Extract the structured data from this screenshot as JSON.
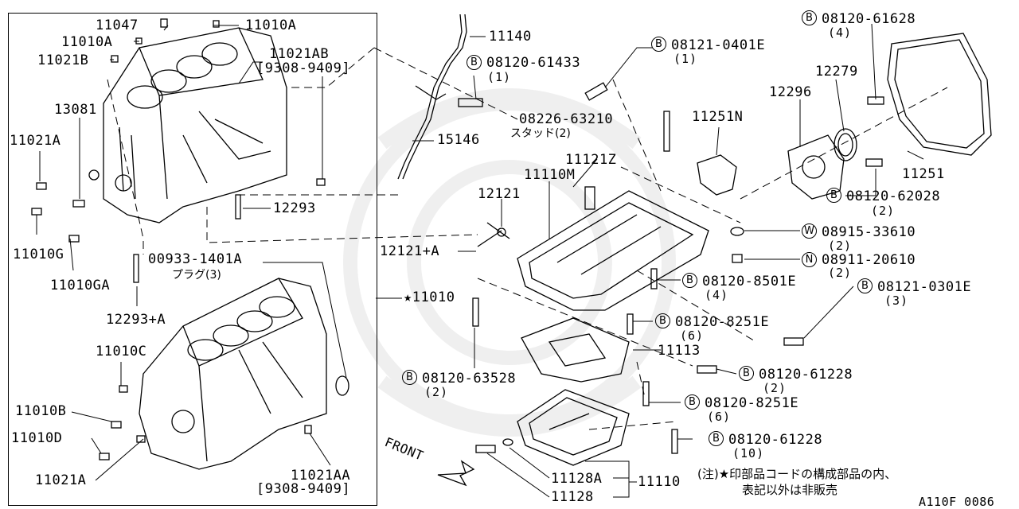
{
  "callouts": {
    "p11047": "11047",
    "p11010A_top": "11010A",
    "p11010A_left": "11010A",
    "p11021B": "11021B",
    "p11021AB": "11021AB",
    "p11021AB_range": "[9308-9409]",
    "p13081": "13081",
    "p11021A_left": "11021A",
    "p11010G": "11010G",
    "p11010GA": "11010GA",
    "p12293": "12293",
    "p00933": "00933-1401A",
    "p00933_jp": "プラグ(3)",
    "p12293A": "12293+A",
    "p11010": "11010",
    "p11010C": "11010C",
    "p11010B": "11010B",
    "p11010D": "11010D",
    "p11021A_bottom": "11021A",
    "p11021AA": "11021AA",
    "p11021AA_range": "[9308-9409]",
    "p11140": "11140",
    "p08120_61433": "08120-61433",
    "p08120_61433_q": "(1)",
    "p15146": "15146",
    "p08121_0401E": "08121-0401E",
    "p08121_0401E_q": "(1)",
    "p08226": "08226-63210",
    "p08226_jp": "スタッド(2)",
    "p11251N": "11251N",
    "p11121Z": "11121Z",
    "p11110M": "11110M",
    "p12121": "12121",
    "p12121A": "12121+A",
    "p08120_61628": "08120-61628",
    "p08120_61628_q": "(4)",
    "p12279": "12279",
    "p12296": "12296",
    "p11251": "11251",
    "p08120_62028": "08120-62028",
    "p08120_62028_q": "(2)",
    "p08915": "08915-33610",
    "p08915_q": "(2)",
    "p08911": "08911-20610",
    "p08911_q": "(2)",
    "p08120_8501E": "08120-8501E",
    "p08120_8501E_q": "(4)",
    "p08121_0301E": "08121-0301E",
    "p08121_0301E_q": "(3)",
    "p08120_8251E_a": "08120-8251E",
    "p08120_8251E_a_q": "(6)",
    "p11113": "11113",
    "p08120_63528": "08120-63528",
    "p08120_63528_q": "(2)",
    "p08120_61228_a": "08120-61228",
    "p08120_61228_a_q": "(2)",
    "p08120_8251E_b": "08120-8251E",
    "p08120_8251E_b_q": "(6)",
    "p08120_61228_b": "08120-61228",
    "p08120_61228_b_q": "(10)",
    "p11128A": "11128A",
    "p11110": "11110",
    "p11128": "11128"
  },
  "prefix": {
    "B": "B",
    "W": "W",
    "N": "N"
  },
  "star": "★",
  "front": "FRONT",
  "note": {
    "line1": "(注)★印部品コードの構成部品の内、",
    "line2": "表記以外は非販売"
  },
  "figure_code": "A110F 0086"
}
